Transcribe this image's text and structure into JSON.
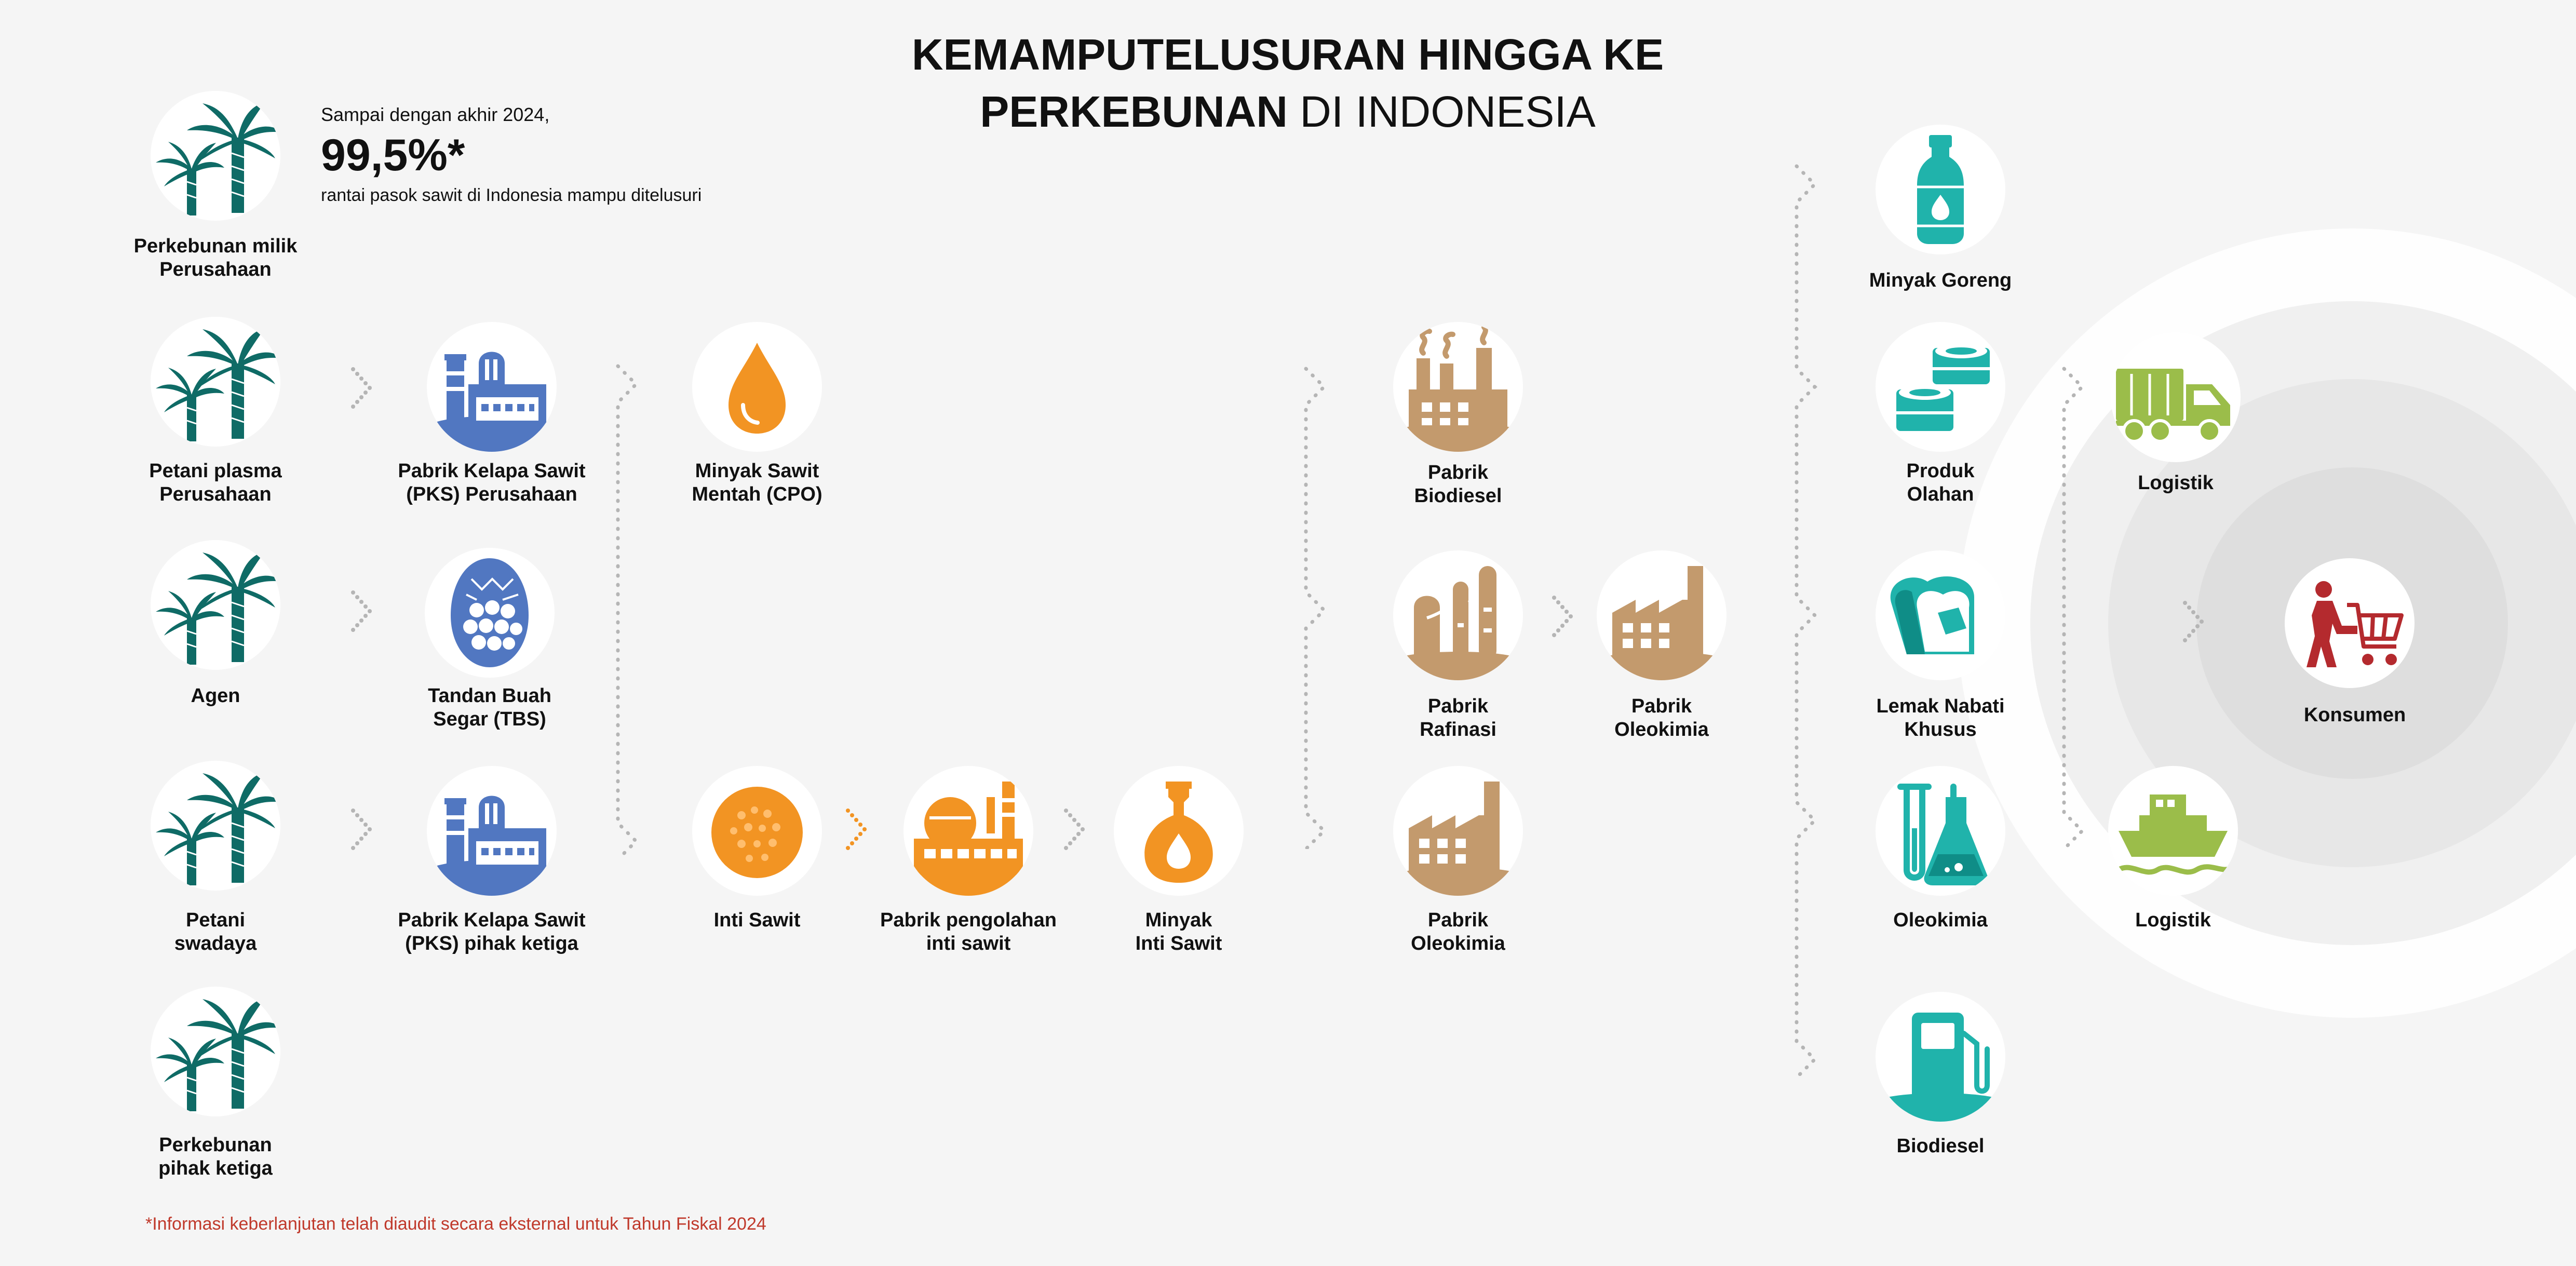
{
  "title": {
    "line1_bold": "KEMAMPUTELUSURAN HINGGA KE",
    "line2_bold": "PERKEBUNAN",
    "line2_regular": " DI INDONESIA"
  },
  "stat": {
    "intro": "Sampai dengan akhir 2024,",
    "value": "99,5%*",
    "caption": "rantai pasok sawit di Indonesia mampu ditelusuri"
  },
  "footnote": "*Informasi keberlanjutan telah diaudit secara eksternal untuk Tahun Fiskal 2024",
  "colors": {
    "palm": "#0f6b66",
    "blue": "#5177c1",
    "orange": "#f29423",
    "tan": "#c39a6d",
    "teal": "#20b3ab",
    "green": "#9bbd4a",
    "red": "#b42a2e",
    "footnote": "#c0392b"
  },
  "nodes": {
    "perkebunan_perusahaan": {
      "line1": "Perkebunan milik",
      "line2": "Perusahaan",
      "icon": "palm-trees-icon"
    },
    "petani_plasma": {
      "line1": "Petani plasma",
      "line2": "Perusahaan",
      "icon": "palm-trees-icon"
    },
    "agen": {
      "line1": "Agen",
      "line2": "",
      "icon": "palm-trees-icon"
    },
    "petani_swadaya": {
      "line1": "Petani",
      "line2": "swadaya",
      "icon": "palm-trees-icon"
    },
    "perkebunan_ketiga": {
      "line1": "Perkebunan",
      "line2": "pihak ketiga",
      "icon": "palm-trees-icon"
    },
    "pks_perusahaan": {
      "line1": "Pabrik Kelapa Sawit",
      "line2": "(PKS) Perusahaan",
      "icon": "palm-mill-icon"
    },
    "tbs": {
      "line1": "Tandan Buah",
      "line2": "Segar (TBS)",
      "icon": "fruit-bunch-icon"
    },
    "pks_ketiga": {
      "line1": "Pabrik Kelapa Sawit",
      "line2": "(PKS) pihak ketiga",
      "icon": "palm-mill-icon"
    },
    "cpo": {
      "line1": "Minyak Sawit",
      "line2": "Mentah (CPO)",
      "icon": "oil-drop-icon"
    },
    "inti_sawit": {
      "line1": "Inti Sawit",
      "line2": "",
      "icon": "palm-kernel-icon"
    },
    "pabrik_inti": {
      "line1": "Pabrik pengolahan",
      "line2": "inti sawit",
      "icon": "kernel-crushing-plant-icon"
    },
    "minyak_inti": {
      "line1": "Minyak",
      "line2": "Inti Sawit",
      "icon": "oil-flask-icon"
    },
    "pabrik_biodiesel": {
      "line1": "Pabrik",
      "line2": "Biodiesel",
      "icon": "smoking-factory-icon"
    },
    "pabrik_rafinasi": {
      "line1": "Pabrik",
      "line2": "Rafinasi",
      "icon": "refinery-icon"
    },
    "pabrik_oleokimia_mid": {
      "line1": "Pabrik",
      "line2": "Oleokimia",
      "icon": "factory-icon"
    },
    "pabrik_oleokimia_low": {
      "line1": "Pabrik",
      "line2": "Oleokimia",
      "icon": "factory-icon"
    },
    "minyak_goreng": {
      "line1": "Minyak Goreng",
      "line2": "",
      "icon": "oil-bottle-icon"
    },
    "produk_olahan": {
      "line1": "Produk",
      "line2": "Olahan",
      "icon": "cans-icon"
    },
    "lemak_nabati": {
      "line1": "Lemak Nabati",
      "line2": "Khusus",
      "icon": "bread-icon"
    },
    "oleokimia": {
      "line1": "Oleokimia",
      "line2": "",
      "icon": "lab-flask-icon"
    },
    "biodiesel": {
      "line1": "Biodiesel",
      "line2": "",
      "icon": "fuel-pump-icon"
    },
    "logistik_truck": {
      "line1": "Logistik",
      "line2": "",
      "icon": "truck-icon"
    },
    "logistik_ship": {
      "line1": "Logistik",
      "line2": "",
      "icon": "ship-icon"
    },
    "konsumen": {
      "line1": "Konsumen",
      "line2": "",
      "icon": "shopping-cart-icon"
    }
  }
}
